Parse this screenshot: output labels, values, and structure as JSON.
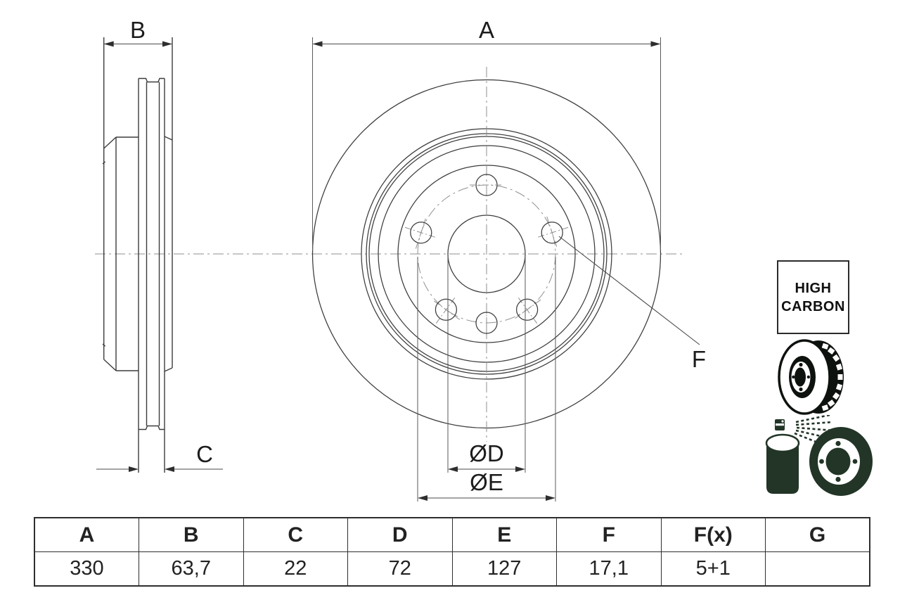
{
  "drawing": {
    "labels": {
      "a": "A",
      "b": "B",
      "c": "C",
      "f": "F",
      "diameter_d": "ØD",
      "diameter_e": "ØE"
    }
  },
  "high_carbon_badge": {
    "line1": "HIGH",
    "line2": "CARBON"
  },
  "spec_table": {
    "headers": [
      "A",
      "B",
      "C",
      "D",
      "E",
      "F",
      "F(x)",
      "G"
    ],
    "values": [
      "330",
      "63,7",
      "22",
      "72",
      "127",
      "17,1",
      "5+1",
      ""
    ]
  },
  "icons": {
    "vented_disc": "vented-brake-disc-icon",
    "coated_disc": "spray-coated-disc-icon"
  },
  "colors": {
    "background": "#ffffff",
    "drawing_line": "#3c3c3c",
    "centerline": "#8f8f8f",
    "dimension_line": "#4a4a4a",
    "label_text": "#1c1c1c",
    "table_border": "#2e2e2e",
    "icon_black": "#0e120e",
    "icon_green_black": "#223527"
  }
}
